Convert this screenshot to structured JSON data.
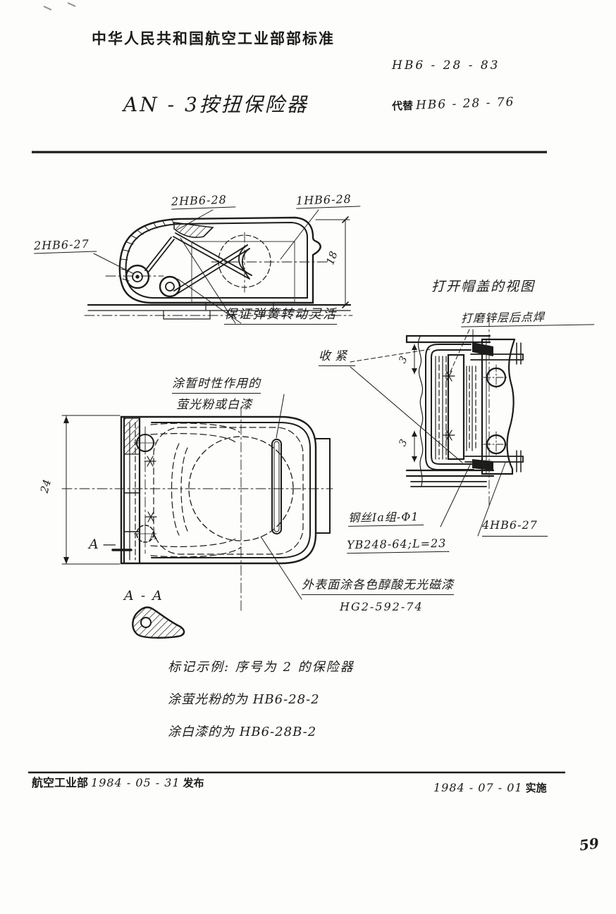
{
  "header": {
    "org_line": "中华人民共和国航空工业部部标准",
    "standard_no": "HB6 - 28 - 83",
    "title": "AN - 3按扭保险器",
    "supersede_label": "代替",
    "supersede_no": "HB6 - 28 - 76"
  },
  "fig_closed": {
    "part_spring": "2HB6-28",
    "part_body": "1HB6-28",
    "part_rivet": "2HB6-27",
    "dim_height": "18",
    "note_spring": "保证弹簧转动灵活"
  },
  "fig_open": {
    "title": "打开帽盖的视图",
    "note_weld": "打磨锌层后点焊",
    "note_tighten": "收紧",
    "dim_top": "3",
    "dim_bottom": "3",
    "wire_spec": "钢丝Ia组-Φ1",
    "wire_standard": "YB248-64;L=23",
    "part_rivet": "4HB6-27"
  },
  "fig_front": {
    "note_coat1": "涂暂时性作用的",
    "note_coat2": "萤光粉或白漆",
    "dim_height": "24",
    "section_mark": "A —",
    "section_mark_small": "A",
    "note_paint1": "外表面涂各色醇酸无光磁漆",
    "note_paint2": "HG2-592-74"
  },
  "section_aa": {
    "title": "A - A"
  },
  "marking": {
    "line1": "标记示例: 序号为 2 的保险器",
    "line2": "涂萤光粉的为 HB6-28-2",
    "line3": "涂白漆的为  HB6-28B-2"
  },
  "footer": {
    "issuer": "航空工业部",
    "issue_date": "1984 - 05 - 31",
    "issue_verb": "发布",
    "impl_date": "1984 - 07 - 01",
    "impl_verb": "实施"
  },
  "page": {
    "number": "59"
  },
  "colors": {
    "ink": "#1c1c1c",
    "paper": "#fdfdfb"
  }
}
